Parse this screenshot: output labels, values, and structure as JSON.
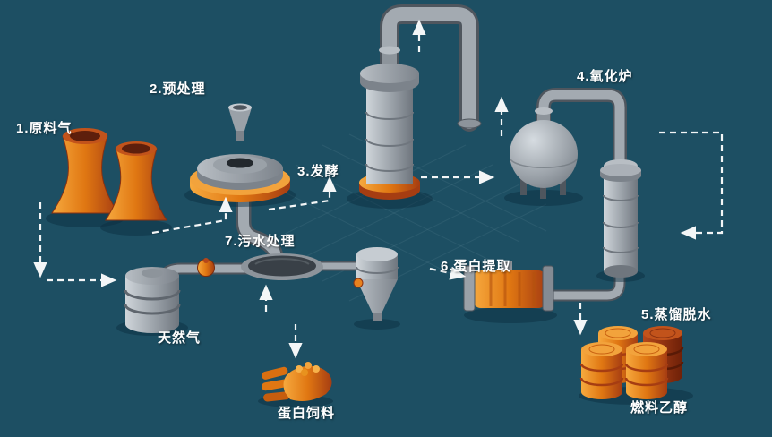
{
  "diagram": {
    "type": "isometric-process-flow",
    "labels": {
      "raw_gas": "1.原料气",
      "pretreatment": "2.预处理",
      "fermentation": "3.发酵",
      "oxidation_furnace": "4.氧化炉",
      "distillation_dehydration": "5.蒸馏脱水",
      "protein_extraction": "6.蛋白提取",
      "wastewater_treatment": "7.污水处理",
      "natural_gas": "天然气",
      "protein_feed": "蛋白饲料",
      "fuel_ethanol": "燃料乙醇"
    },
    "colors": {
      "background": "#1d4f63",
      "equipment_metal": "#9aa1a8",
      "accent_orange": "#e8821e",
      "flow_arrows": "#ffffff"
    }
  }
}
